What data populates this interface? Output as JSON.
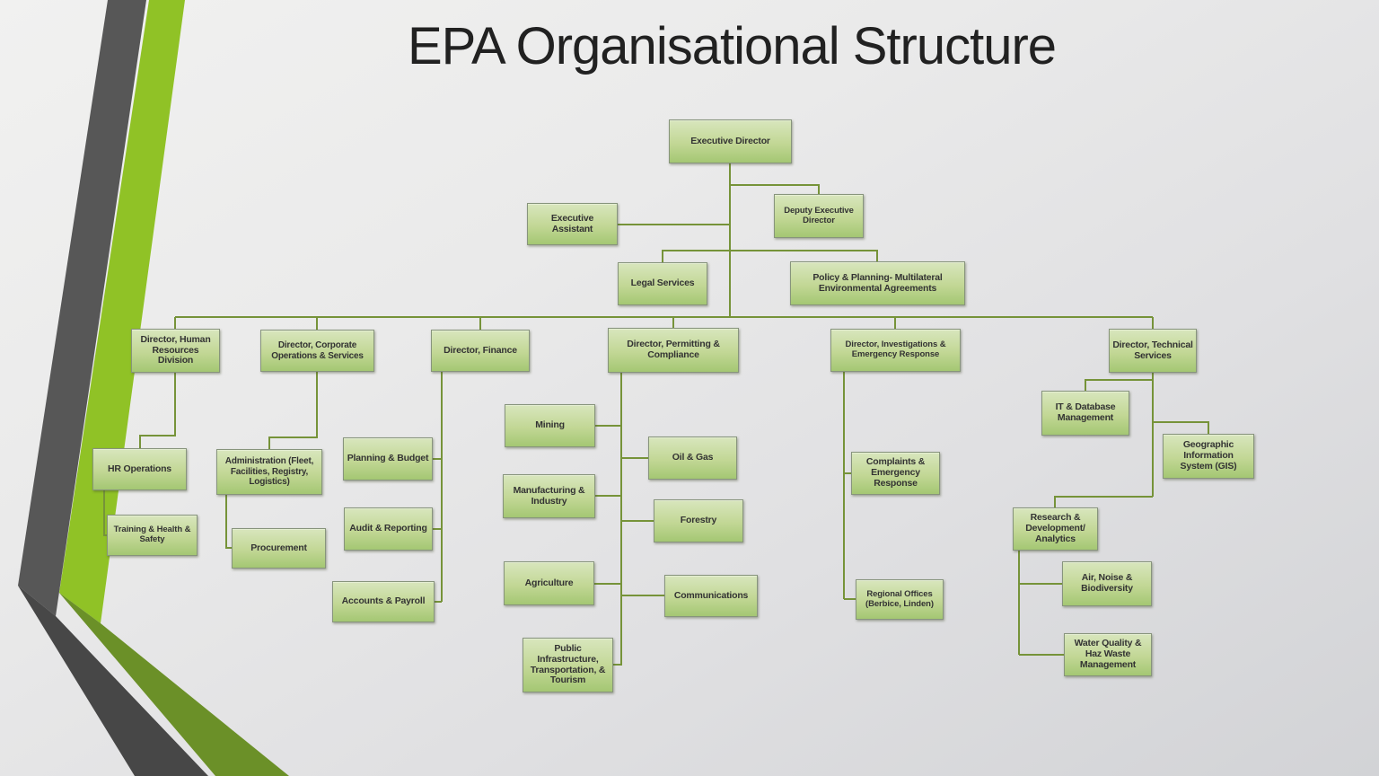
{
  "slide": {
    "title": "EPA Organisational Structure"
  },
  "theme": {
    "title_color": "#212121",
    "connector_color": "#769339",
    "node_fill_light": "#d8e6bd",
    "node_fill_dark": "#a4c773",
    "node_border": "#87947c",
    "stripe_green": "#90c226",
    "stripe_green_dark": "#6b9028",
    "stripe_gray": "#575757",
    "stripe_gray_dark": "#474747"
  },
  "org_chart": {
    "nodes": [
      {
        "id": "executive-director",
        "label": "Executive Director",
        "reports_to": null
      },
      {
        "id": "executive-assistant",
        "label": "Executive Assistant",
        "reports_to": "executive-director"
      },
      {
        "id": "deputy-executive-director",
        "label": "Deputy Executive Director",
        "reports_to": "executive-director"
      },
      {
        "id": "legal-services",
        "label": "Legal Services",
        "reports_to": "executive-director"
      },
      {
        "id": "policy-planning-mea",
        "label": "Policy & Planning- Multilateral Environmental Agreements",
        "reports_to": "executive-director"
      },
      {
        "id": "director-hr",
        "label": "Director, Human Resources Division",
        "reports_to": "executive-director"
      },
      {
        "id": "director-corporate",
        "label": "Director, Corporate Operations & Services",
        "reports_to": "executive-director"
      },
      {
        "id": "director-finance",
        "label": "Director, Finance",
        "reports_to": "executive-director"
      },
      {
        "id": "director-permitting",
        "label": "Director, Permitting & Compliance",
        "reports_to": "executive-director"
      },
      {
        "id": "director-investigations",
        "label": "Director, Investigations & Emergency Response",
        "reports_to": "executive-director"
      },
      {
        "id": "director-technical",
        "label": "Director, Technical Services",
        "reports_to": "executive-director"
      },
      {
        "id": "hr-operations",
        "label": "HR Operations",
        "reports_to": "director-hr"
      },
      {
        "id": "training-health-safety",
        "label": "Training & Health & Safety",
        "reports_to": "hr-operations"
      },
      {
        "id": "administration",
        "label": "Administration (Fleet, Facilities, Registry, Logistics)",
        "reports_to": "director-corporate"
      },
      {
        "id": "procurement",
        "label": "Procurement",
        "reports_to": "administration"
      },
      {
        "id": "planning-budget",
        "label": "Planning & Budget",
        "reports_to": "director-finance"
      },
      {
        "id": "audit-reporting",
        "label": "Audit & Reporting",
        "reports_to": "director-finance"
      },
      {
        "id": "accounts-payroll",
        "label": "Accounts & Payroll",
        "reports_to": "director-finance"
      },
      {
        "id": "mining",
        "label": "Mining",
        "reports_to": "director-permitting"
      },
      {
        "id": "manufacturing-industry",
        "label": "Manufacturing & Industry",
        "reports_to": "director-permitting"
      },
      {
        "id": "agriculture",
        "label": "Agriculture",
        "reports_to": "director-permitting"
      },
      {
        "id": "public-infrastructure",
        "label": "Public Infrastructure, Transportation, & Tourism",
        "reports_to": "director-permitting"
      },
      {
        "id": "oil-gas",
        "label": "Oil & Gas",
        "reports_to": "director-permitting"
      },
      {
        "id": "forestry",
        "label": "Forestry",
        "reports_to": "director-permitting"
      },
      {
        "id": "communications",
        "label": "Communications",
        "reports_to": "director-permitting"
      },
      {
        "id": "complaints-emergency-response",
        "label": "Complaints & Emergency Response",
        "reports_to": "director-investigations"
      },
      {
        "id": "regional-offices",
        "label": "Regional Offices (Berbice, Linden)",
        "reports_to": "director-investigations"
      },
      {
        "id": "it-database-management",
        "label": "IT & Database Management",
        "reports_to": "director-technical"
      },
      {
        "id": "geographic-information-system",
        "label": "Geographic Information System (GIS)",
        "reports_to": "director-technical"
      },
      {
        "id": "research-development-analytics",
        "label": "Research & Development/ Analytics",
        "reports_to": "director-technical"
      },
      {
        "id": "air-noise-biodiversity",
        "label": "Air, Noise & Biodiversity",
        "reports_to": "research-development-analytics"
      },
      {
        "id": "water-quality-haz-waste",
        "label": "Water Quality & Haz Waste Management",
        "reports_to": "research-development-analytics"
      }
    ]
  }
}
